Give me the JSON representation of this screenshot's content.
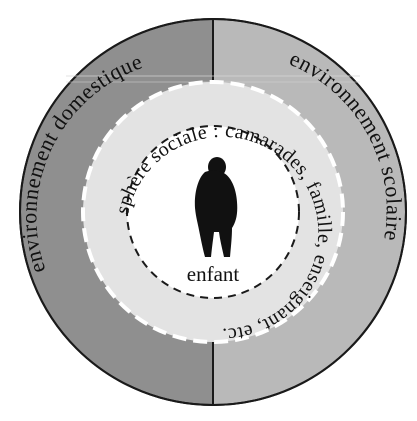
{
  "diagram": {
    "outer_ring": {
      "left_label": "environnement domestique",
      "right_label": "environnement scolaire",
      "left_color": "#8f8f8f",
      "right_color": "#b9b9b9"
    },
    "social_sphere": {
      "label": "sphère sociale : camarades, famille, enseignant, etc.",
      "fill": "#e3e3e3"
    },
    "center": {
      "label": "enfant",
      "figure_icon": "child-silhouette-icon"
    }
  }
}
